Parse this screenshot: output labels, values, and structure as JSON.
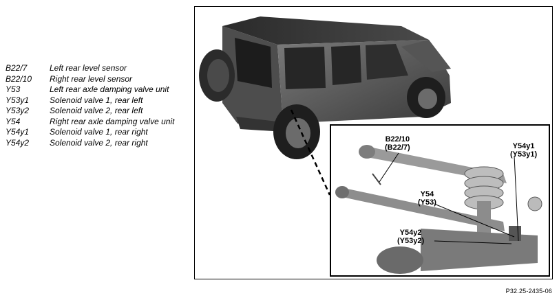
{
  "legend": [
    {
      "code": "B22/7",
      "desc": "Left rear level sensor"
    },
    {
      "code": "B22/10",
      "desc": "Right rear level sensor"
    },
    {
      "code": "Y53",
      "desc": "Left rear axle damping valve unit"
    },
    {
      "code": "Y53y1",
      "desc": "Solenoid valve 1, rear left"
    },
    {
      "code": "Y53y2",
      "desc": "Solenoid valve 2, rear left"
    },
    {
      "code": "Y54",
      "desc": "Right rear axle damping valve unit"
    },
    {
      "code": "Y54y1",
      "desc": "Solenoid valve 1, rear right"
    },
    {
      "code": "Y54y2",
      "desc": "Solenoid valve 2, rear right"
    }
  ],
  "callouts": {
    "level_sensor": {
      "main": "B22/10",
      "alt": "(B22/7)"
    },
    "solenoid_1": {
      "main": "Y54y1",
      "alt": "(Y53y1)"
    },
    "damping_unit": {
      "main": "Y54",
      "alt": "(Y53)"
    },
    "solenoid_2": {
      "main": "Y54y2",
      "alt": "(Y53y2)"
    }
  },
  "figure_ref": "P32.25-2435-06"
}
